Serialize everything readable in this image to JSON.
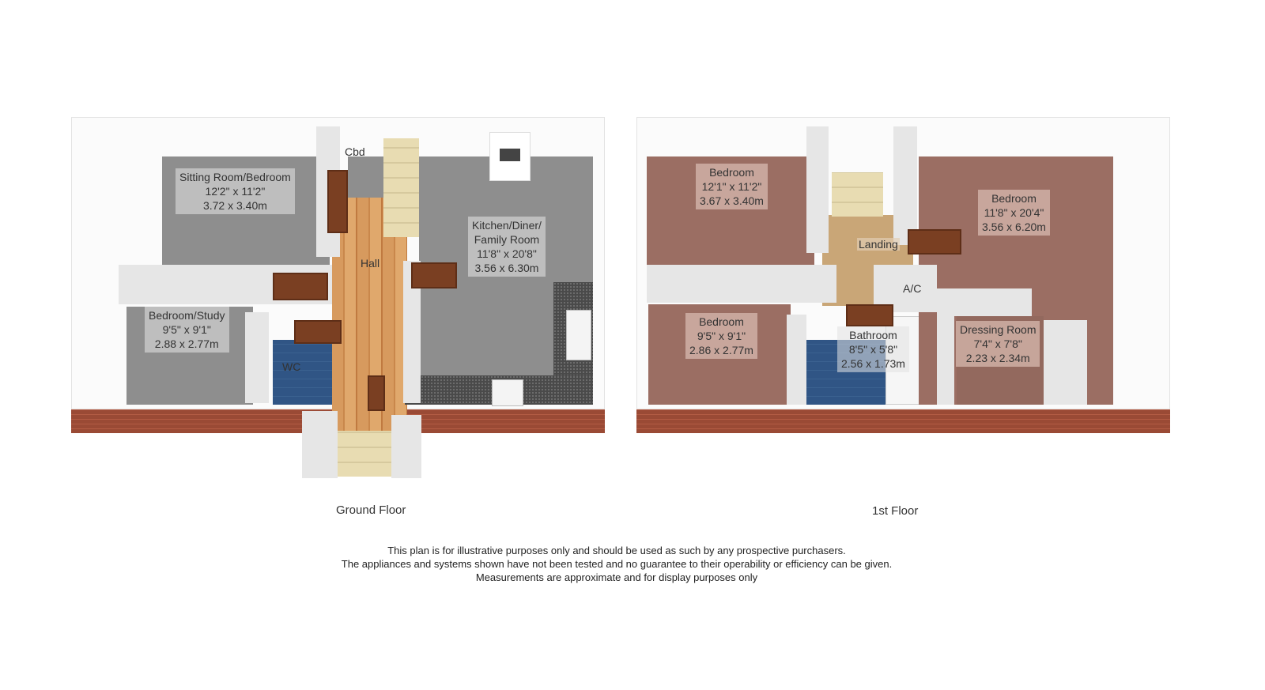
{
  "floors": [
    {
      "caption": "Ground Floor",
      "rooms": [
        {
          "name": "Sitting Room/Bedroom",
          "imperial": "12'2\" x 11'2\"",
          "metric": "3.72 x 3.40m"
        },
        {
          "name": "Kitchen/Diner/",
          "name2": "Family Room",
          "imperial": "11'8\" x 20'8\"",
          "metric": "3.56 x 6.30m"
        },
        {
          "name": "Bedroom/Study",
          "imperial": "9'5\" x 9'1\"",
          "metric": "2.88 x 2.77m"
        }
      ],
      "small_labels": {
        "cbd": "Cbd",
        "hall": "Hall",
        "wc": "WC"
      }
    },
    {
      "caption": "1st Floor",
      "rooms": [
        {
          "name": "Bedroom",
          "imperial": "12'1\" x 11'2\"",
          "metric": "3.67 x 3.40m"
        },
        {
          "name": "Bedroom",
          "imperial": "11'8\" x 20'4\"",
          "metric": "3.56 x 6.20m"
        },
        {
          "name": "Bedroom",
          "imperial": "9'5\" x 9'1\"",
          "metric": "2.86 x 2.77m"
        },
        {
          "name": "Bathroom",
          "imperial": "8'5\" x 5'8\"",
          "metric": "2.56 x 1.73m"
        },
        {
          "name": "Dressing Room",
          "imperial": "7'4\" x 7'8\"",
          "metric": "2.23 x 2.34m"
        }
      ],
      "small_labels": {
        "landing": "Landing",
        "ac": "A/C"
      }
    }
  ],
  "disclaimer": [
    "This plan is for illustrative purposes only and should be used as such by any prospective purchasers.",
    "The appliances and systems shown have not been tested and no guarantee to their operability or efficiency can be given.",
    "Measurements are approximate and for display purposes only"
  ]
}
